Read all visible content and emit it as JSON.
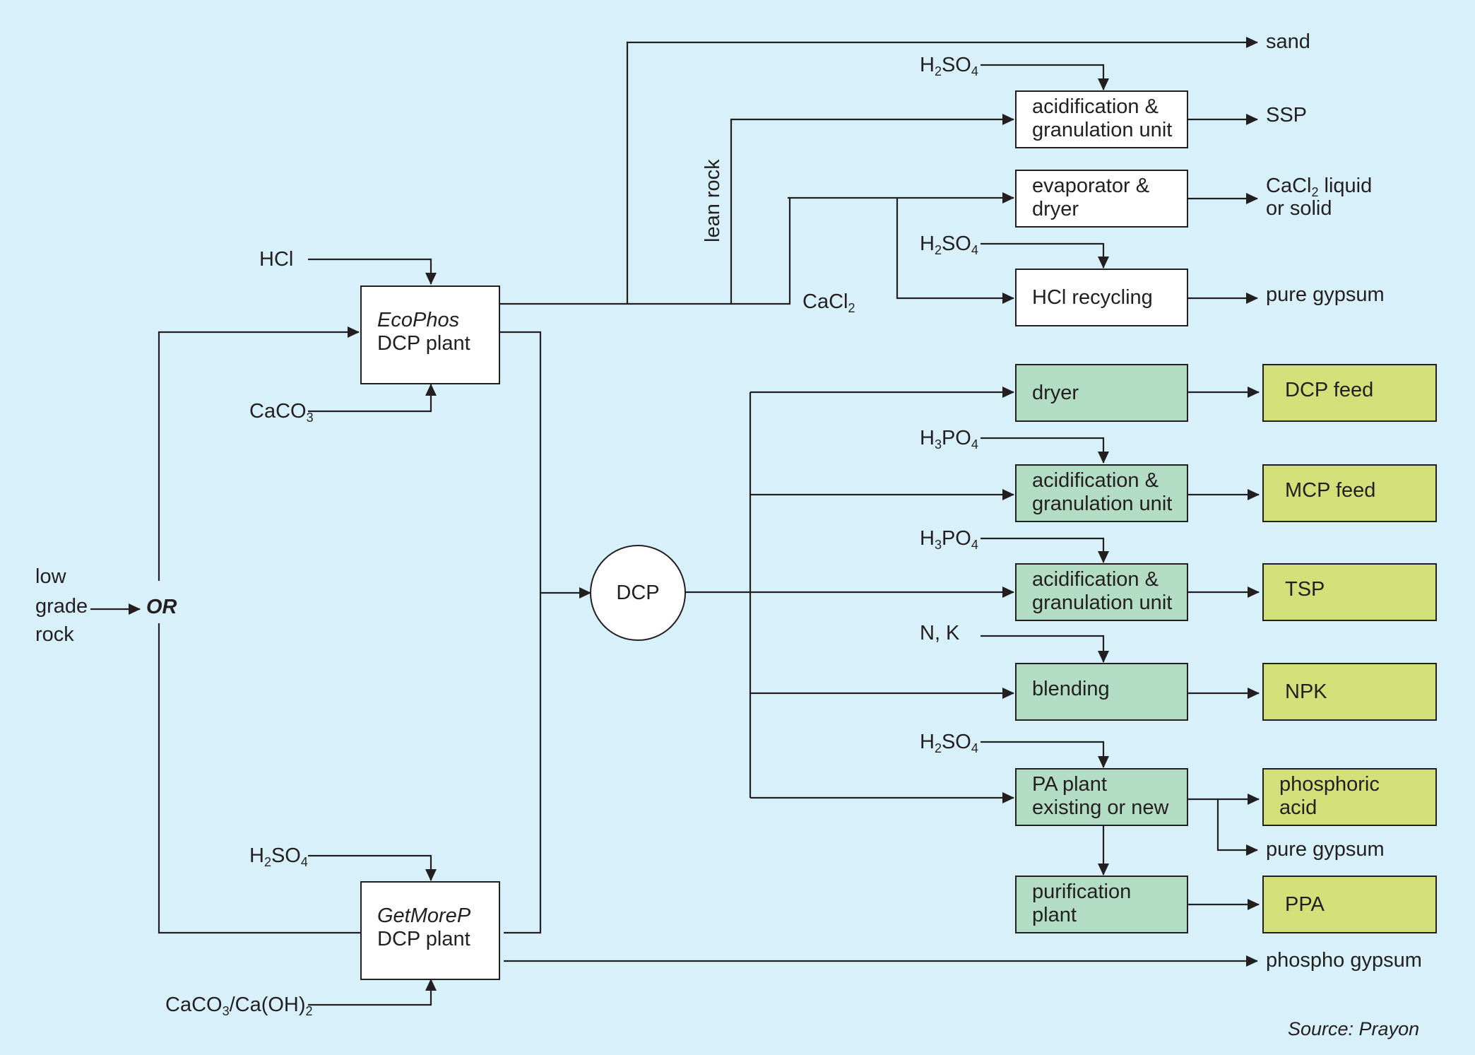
{
  "inputs": {
    "rock_line1": "low",
    "rock_line2": "grade",
    "rock_line3": "rock",
    "or_label": "OR",
    "hcl": "HCl",
    "caco3_main": "CaCO",
    "caco3_sub": "3",
    "h2so4_h": "H",
    "h2so4_2": "2",
    "h2so4_so": "SO",
    "h2so4_4": "4",
    "caco3_caoh2_a": "CaCO",
    "caco3_caoh2_sub3": "3",
    "caco3_caoh2_b": "/Ca(OH)",
    "caco3_caoh2_sub2": "2",
    "h3po4_h": "H",
    "h3po4_3": "3",
    "h3po4_po": "PO",
    "h3po4_4": "4",
    "nk": "N, K"
  },
  "plants": {
    "ecophos_name": "EcoPhos",
    "ecophos_sub": "DCP plant",
    "getmorep_name": "GetMoreP",
    "getmorep_sub": "DCP plant",
    "dcp_node": "DCP"
  },
  "labels": {
    "lean_rock": "lean rock",
    "cacl2_a": "CaCl",
    "cacl2_sub": "2"
  },
  "units": {
    "acid_gran_1": "acidification &",
    "acid_gran_2": "granulation unit",
    "evap_1": "evaporator &",
    "evap_2": "dryer",
    "hcl_recycling": "HCl recycling",
    "dryer": "dryer",
    "blending": "blending",
    "pa_plant_1": "PA plant",
    "pa_plant_2": "existing or new",
    "purif_1": "purification",
    "purif_2": "plant"
  },
  "products": {
    "sand": "sand",
    "ssp": "SSP",
    "cacl2_liq_a": "CaCl",
    "cacl2_liq_sub": "2",
    "cacl2_liq_b": " liquid",
    "cacl2_liq_2": "or solid",
    "pure_gypsum": "pure gypsum",
    "dcp_feed": "DCP feed",
    "mcp_feed": "MCP feed",
    "tsp": "TSP",
    "npk": "NPK",
    "phos_acid_1": "phosphoric",
    "phos_acid_2": "acid",
    "ppa": "PPA",
    "phospho_gypsum": "phospho gypsum"
  },
  "source": "Source: Prayon",
  "colors": {
    "background": "#d8f0fa",
    "process_green": "#b3dcc4",
    "product_yellow": "#d2e07a",
    "line": "#231f20"
  }
}
